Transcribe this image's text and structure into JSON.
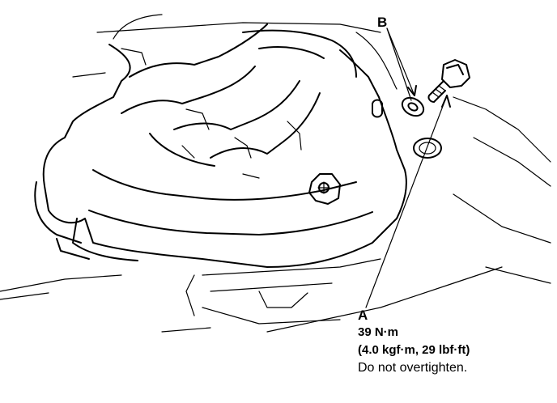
{
  "callouts": {
    "a": {
      "letter": "A",
      "torque_nm": "39 N·m",
      "torque_alt": "(4.0 kgf·m, 29 lbf·ft)",
      "note": "Do not overtighten."
    },
    "b": {
      "letter": "B"
    }
  },
  "parts": {
    "a": "bolt-icon",
    "b": "washer-icon"
  }
}
